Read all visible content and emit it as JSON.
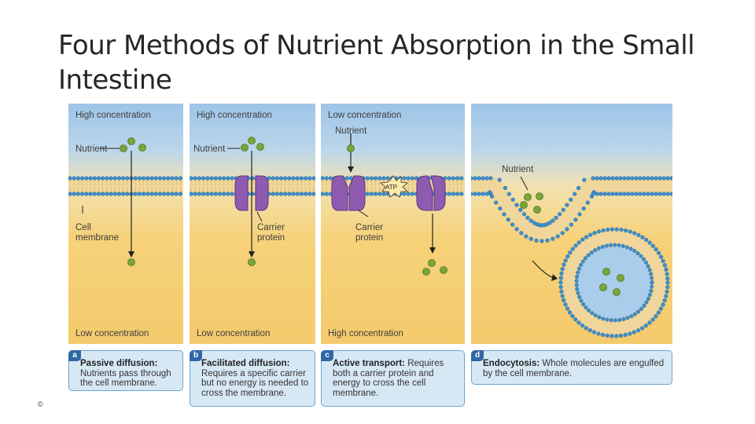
{
  "title": "Four Methods of Nutrient Absorption in the Small Intestine",
  "panels": {
    "a": {
      "top_label": "High concentration",
      "nutrient_label": "Nutrient",
      "membrane_label": [
        "Cell",
        "membrane"
      ],
      "bottom_label": "Low concentration",
      "letter": "a",
      "caption_title": "Passive diffusion:",
      "caption_text": "Nutrients pass through the cell membrane."
    },
    "b": {
      "top_label": "High concentration",
      "nutrient_label": "Nutrient",
      "carrier_label": [
        "Carrier",
        "protein"
      ],
      "bottom_label": "Low concentration",
      "letter": "b",
      "caption_title": "Facilitated diffusion:",
      "caption_text": "Requires a specific carrier but no energy is needed to cross the membrane."
    },
    "c": {
      "top_label": "Low concentration",
      "nutrient_label": "Nutrient",
      "atp_label": "ATP",
      "carrier_label": [
        "Carrier",
        "protein"
      ],
      "bottom_label": "High concentration",
      "letter": "c",
      "caption_title": "Active transport:",
      "caption_text": "Requires both a carrier protein and energy to cross the cell membrane."
    },
    "d": {
      "nutrient_label": "Nutrient",
      "letter": "d",
      "caption_title": "Endocytosis:",
      "caption_text": "Whole molecules are engulfed by the cell membrane."
    }
  },
  "copyright_symbol": "©",
  "colors": {
    "membrane_head": "#3b8fcf",
    "membrane_tail": "#f0d69a",
    "nutrient": "#7ba53a",
    "protein": "#8e5bb0",
    "caption_bg": "#d7e8f5",
    "letter_tab": "#2f67a6"
  }
}
